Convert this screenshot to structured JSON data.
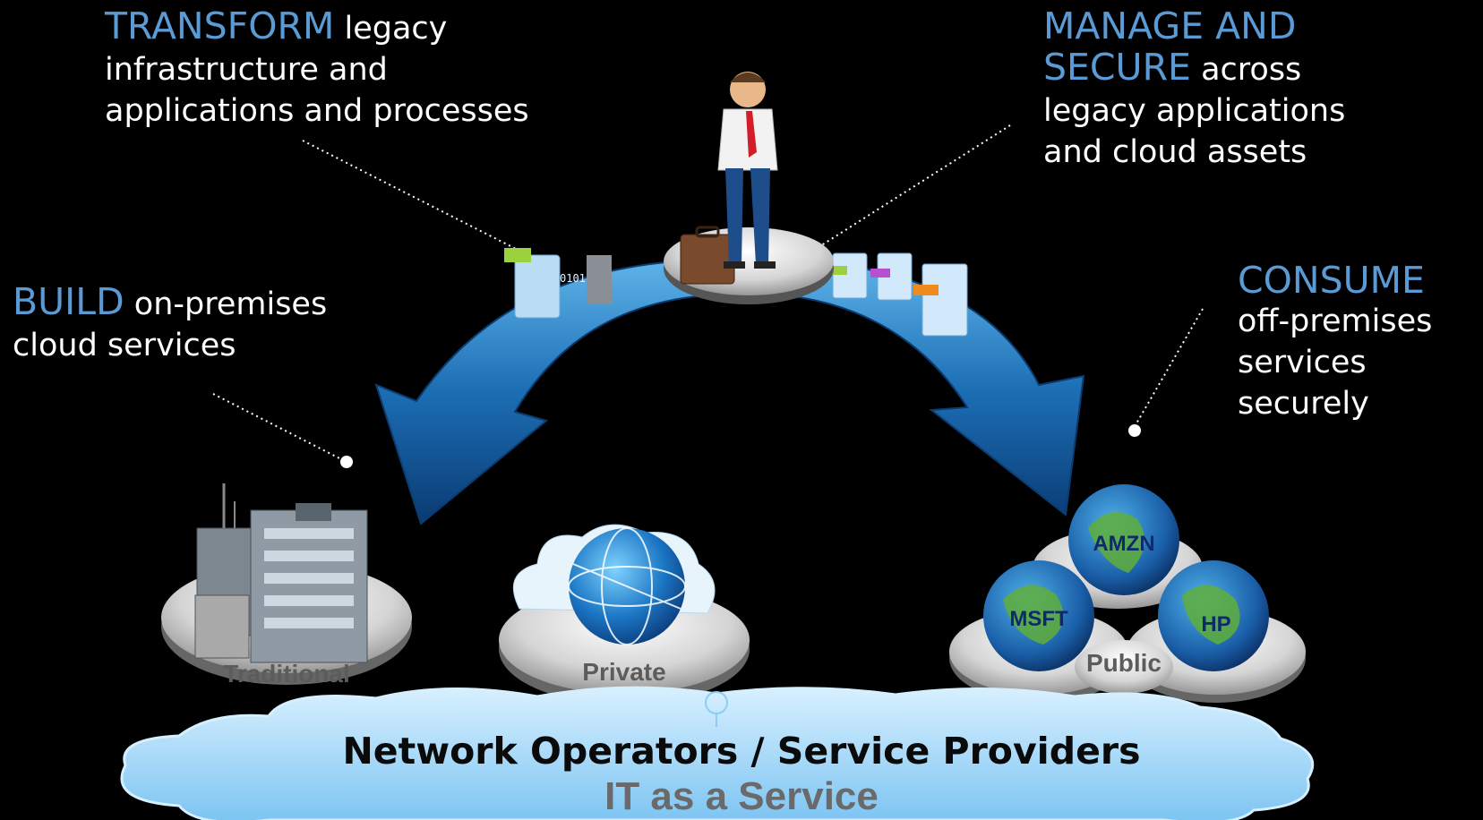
{
  "captions": {
    "transform": {
      "keyword": "TRANSFORM",
      "line1_rest": " legacy",
      "line2": "infrastructure and",
      "line3": "applications and processes"
    },
    "manage": {
      "line1": "MANAGE AND",
      "keyword2": "SECURE",
      "line2_rest": " across",
      "line3": "legacy applications",
      "line4": "and cloud assets"
    },
    "build": {
      "keyword": "BUILD",
      "line1_rest": " on-premises",
      "line2": "cloud services"
    },
    "consume": {
      "keyword": "CONSUME",
      "line2": "off-premises",
      "line3": "services securely"
    }
  },
  "platforms": {
    "traditional": "Traditional",
    "private": "Private",
    "public": "Public"
  },
  "globes": {
    "amzn": "AMZN",
    "msft": "MSFT",
    "hp": "HP"
  },
  "bottom": {
    "title": "Network Operators  / Service Providers",
    "subtitle": "IT as a Service"
  },
  "colors": {
    "keyword": "#5b9bd5",
    "arrow": "#1f7fc4",
    "cloud": "#8ccdf4"
  },
  "icons": [
    "businessman-icon",
    "briefcase-icon",
    "building-icon",
    "private-cloud-globe-icon",
    "earth-globe-icon",
    "document-icon"
  ]
}
